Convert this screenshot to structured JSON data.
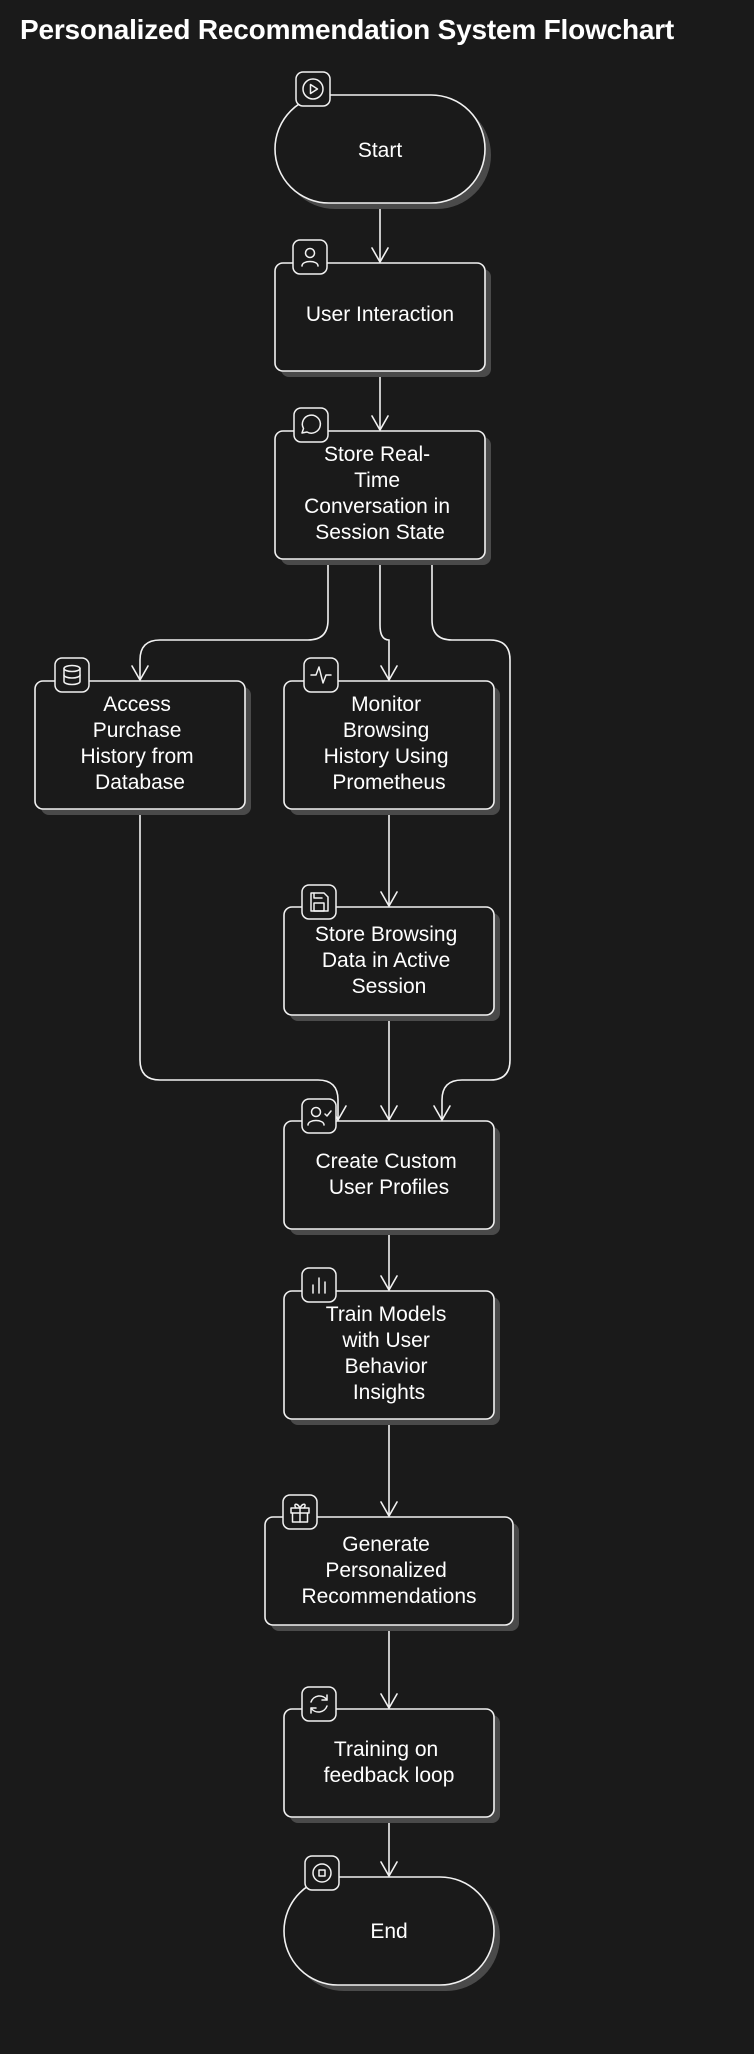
{
  "title": "Personalized Recommendation System Flowchart",
  "nodes": {
    "start": {
      "label": "Start",
      "icon": "play-icon"
    },
    "user_interaction": {
      "label": "User Interaction",
      "icon": "user-icon"
    },
    "store_conversation": {
      "label": "Store Real-Time Conversation in Session State",
      "lines": [
        "Store Real-",
        "Time",
        "Conversation in",
        "Session State"
      ],
      "icon": "message-circle-icon"
    },
    "access_purchase": {
      "label": "Access Purchase History from Database",
      "lines": [
        "Access",
        "Purchase",
        "History from",
        "Database"
      ],
      "icon": "database-icon"
    },
    "monitor_browsing": {
      "label": "Monitor Browsing History Using Prometheus",
      "lines": [
        "Monitor",
        "Browsing",
        "History Using",
        "Prometheus"
      ],
      "icon": "activity-icon"
    },
    "store_browsing": {
      "label": "Store Browsing Data in Active Session",
      "lines": [
        "Store Browsing",
        "Data in Active",
        "Session"
      ],
      "icon": "save-icon"
    },
    "create_profiles": {
      "label": "Create Custom User Profiles",
      "lines": [
        "Create Custom",
        "User Profiles"
      ],
      "icon": "user-check-icon"
    },
    "train_models": {
      "label": "Train Models with User Behavior Insights",
      "lines": [
        "Train Models",
        "with User",
        "Behavior",
        "Insights"
      ],
      "icon": "bar-chart-icon"
    },
    "generate_recs": {
      "label": "Generate Personalized Recommendations",
      "lines": [
        "Generate",
        "Personalized",
        "Recommendations"
      ],
      "icon": "gift-icon"
    },
    "feedback_loop": {
      "label": "Training on feedback loop",
      "lines": [
        "Training on",
        "feedback loop"
      ],
      "icon": "refresh-icon"
    },
    "end": {
      "label": "End",
      "icon": "stop-circle-icon"
    }
  },
  "edges": [
    [
      "start",
      "user_interaction"
    ],
    [
      "user_interaction",
      "store_conversation"
    ],
    [
      "store_conversation",
      "access_purchase"
    ],
    [
      "store_conversation",
      "monitor_browsing"
    ],
    [
      "store_conversation",
      "create_profiles"
    ],
    [
      "monitor_browsing",
      "store_browsing"
    ],
    [
      "access_purchase",
      "create_profiles"
    ],
    [
      "store_browsing",
      "create_profiles"
    ],
    [
      "create_profiles",
      "train_models"
    ],
    [
      "train_models",
      "generate_recs"
    ],
    [
      "generate_recs",
      "feedback_loop"
    ],
    [
      "feedback_loop",
      "end"
    ]
  ],
  "colors": {
    "background": "#1a1a1a",
    "stroke": "#f2f2f2",
    "shadow": "#4a4a4a",
    "text": "#ffffff"
  }
}
